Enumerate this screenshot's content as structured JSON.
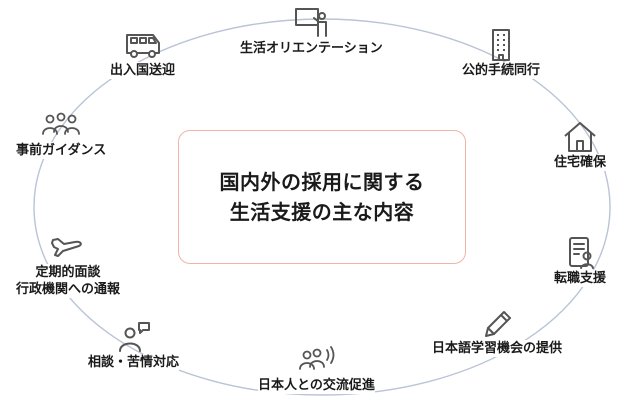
{
  "center": {
    "line1": "国内外の採用に関する",
    "line2": "生活支援の主な内容"
  },
  "items": [
    {
      "label": "生活オリエンテーション",
      "icon": "presentation-icon"
    },
    {
      "label": "公的手続同行",
      "icon": "building-icon"
    },
    {
      "label": "住宅確保",
      "icon": "house-icon"
    },
    {
      "label": "転職支援",
      "icon": "resume-icon"
    },
    {
      "label": "日本語学習機会の提供",
      "icon": "pencil-icon"
    },
    {
      "label": "日本人との交流促進",
      "icon": "group-talk-icon"
    },
    {
      "label": "相談・苦情対応",
      "icon": "person-speech-icon"
    },
    {
      "label": "定期的面談",
      "label2": "行政機関への通報",
      "icon": "airplane-icon"
    },
    {
      "label": "事前ガイダンス",
      "icon": "group-icon"
    },
    {
      "label": "出入国送迎",
      "icon": "bus-icon"
    }
  ],
  "colors": {
    "ring": "#b9c4d6",
    "icon": "#555555",
    "center_border": "#f0b3a8"
  }
}
